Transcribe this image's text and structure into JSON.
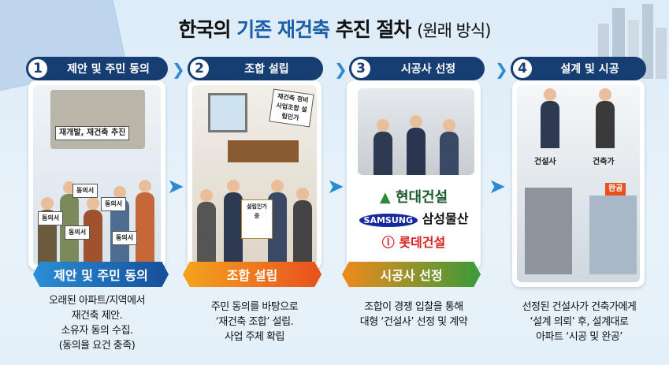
{
  "title": {
    "part1": "한국의 ",
    "highlight": "기존 재건축",
    "part2": " 추진 절차 ",
    "sub": "(원래 방식)"
  },
  "steps": [
    {
      "num": "1",
      "label": "제안 및 주민 동의",
      "banner": "제안 및 주민 동의",
      "desc": [
        "오래된 아파트/지역에서",
        "재건축 제안.",
        "소유자 동의 수집.",
        "(동의율 요건 충족)"
      ],
      "scene": {
        "sign": "재개발, 재건축 추진",
        "docs": [
          "동의서",
          "동의서",
          "동의서",
          "동의서",
          "동의서"
        ]
      }
    },
    {
      "num": "2",
      "label": "조합 설립",
      "banner": "조합 설립",
      "desc": [
        "주민 동의를 바탕으로",
        "‘재건축 조합’ 설립.",
        "사업 주체 확립"
      ],
      "scene": {
        "sign": "재건축 정비사업조합 설립인가",
        "cert": "설립인가증"
      }
    },
    {
      "num": "3",
      "label": "시공사 선정",
      "banner": "시공사 선정",
      "desc": [
        "조합이 경쟁 입찰을 통해",
        "대형 ‘건설사’ 선정 및 계약"
      ],
      "scene": {
        "companies": [
          "현대건설",
          "SAMSUNG",
          "삼성물산",
          "롯데건설"
        ]
      }
    },
    {
      "num": "4",
      "label": "설계 및 시공",
      "desc": [
        "선정된 건설사가 건축가에게",
        "‘설계 의뢰’ 후, 설계대로",
        "아파트 ‘시공 및 완공’"
      ],
      "scene": {
        "roles": [
          "건설사",
          "건축가"
        ],
        "done": "완공"
      }
    }
  ],
  "colors": {
    "navy": "#163e72",
    "accent": "#2b8ad3",
    "step1": "#1f74c0",
    "step2": "#f08a1c",
    "step3": "#3a9a3a"
  }
}
